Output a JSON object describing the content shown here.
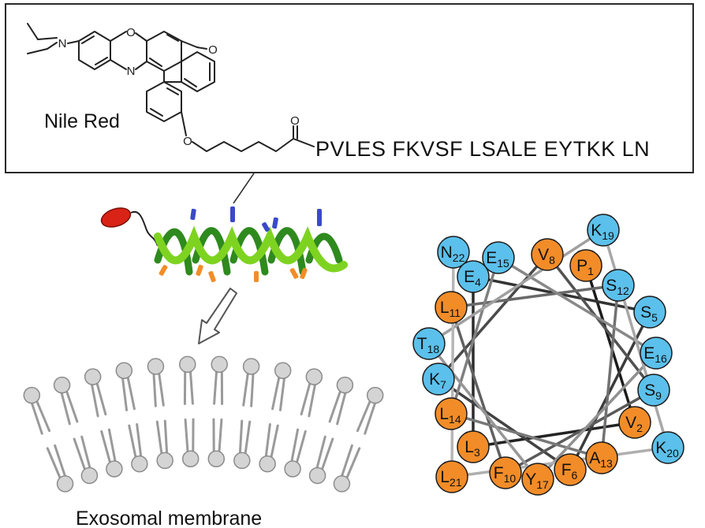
{
  "structure": {
    "dye_name": "Nile Red",
    "peptide_sequence": "PVLES FKVSF LSALE EYTKK LN",
    "atom_labels": {
      "nitrogen_amine": "N",
      "nitrogen_ring": "N",
      "oxygen_ring": "O",
      "oxygen_keto": "O",
      "oxygen_ether": "O",
      "oxygen_carbonyl": "O"
    }
  },
  "membrane": {
    "label": "Exosomal membrane"
  },
  "helical_wheel": {
    "colors": {
      "hydrophobic": "#f28c28",
      "hydrophilic": "#5bc0eb",
      "outline": "#1a1a1a"
    },
    "residues": [
      {
        "letter": "N",
        "num": "22",
        "type": "hydrophilic"
      },
      {
        "letter": "K",
        "num": "19",
        "type": "hydrophilic"
      },
      {
        "letter": "E",
        "num": "15",
        "type": "hydrophilic"
      },
      {
        "letter": "V",
        "num": "8",
        "type": "hydrophobic"
      },
      {
        "letter": "P",
        "num": "1",
        "type": "hydrophobic"
      },
      {
        "letter": "E",
        "num": "4",
        "type": "hydrophilic"
      },
      {
        "letter": "S",
        "num": "12",
        "type": "hydrophilic"
      },
      {
        "letter": "L",
        "num": "11",
        "type": "hydrophobic"
      },
      {
        "letter": "S",
        "num": "5",
        "type": "hydrophilic"
      },
      {
        "letter": "T",
        "num": "18",
        "type": "hydrophilic"
      },
      {
        "letter": "E",
        "num": "16",
        "type": "hydrophilic"
      },
      {
        "letter": "K",
        "num": "7",
        "type": "hydrophilic"
      },
      {
        "letter": "S",
        "num": "9",
        "type": "hydrophilic"
      },
      {
        "letter": "L",
        "num": "14",
        "type": "hydrophobic"
      },
      {
        "letter": "V",
        "num": "2",
        "type": "hydrophobic"
      },
      {
        "letter": "K",
        "num": "20",
        "type": "hydrophilic"
      },
      {
        "letter": "L",
        "num": "3",
        "type": "hydrophobic"
      },
      {
        "letter": "A",
        "num": "13",
        "type": "hydrophobic"
      },
      {
        "letter": "F",
        "num": "10",
        "type": "hydrophobic"
      },
      {
        "letter": "Y",
        "num": "17",
        "type": "hydrophobic"
      },
      {
        "letter": "F",
        "num": "6",
        "type": "hydrophobic"
      },
      {
        "letter": "L",
        "num": "21",
        "type": "hydrophobic"
      }
    ]
  }
}
